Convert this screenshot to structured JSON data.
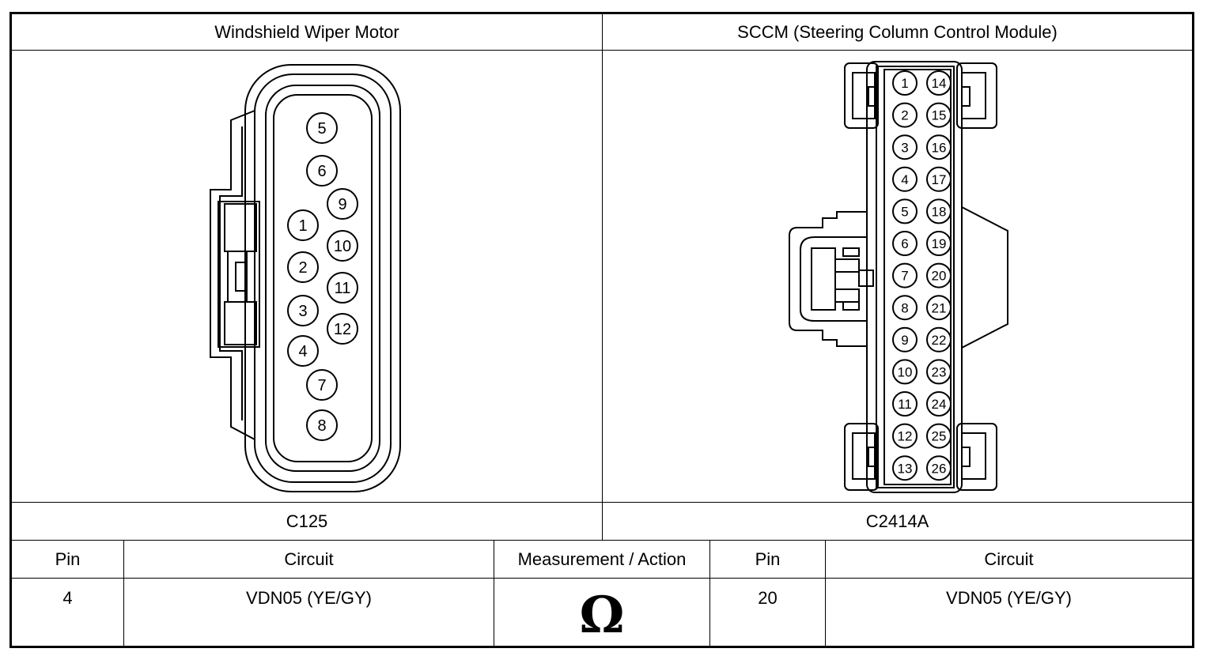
{
  "connectors": [
    {
      "title": "Windshield Wiper Motor",
      "id": "C125",
      "pins": [
        "1",
        "2",
        "3",
        "4",
        "5",
        "6",
        "7",
        "8",
        "9",
        "10",
        "11",
        "12"
      ]
    },
    {
      "title": "SCCM (Steering Column Control Module)",
      "id": "C2414A",
      "pins": [
        "1",
        "2",
        "3",
        "4",
        "5",
        "6",
        "7",
        "8",
        "9",
        "10",
        "11",
        "12",
        "13",
        "14",
        "15",
        "16",
        "17",
        "18",
        "19",
        "20",
        "21",
        "22",
        "23",
        "24",
        "25",
        "26"
      ]
    }
  ],
  "table": {
    "headers": [
      "Pin",
      "Circuit",
      "Measurement / Action",
      "Pin",
      "Circuit"
    ],
    "row": {
      "pin_a": "4",
      "circuit_a": "VDN05 (YE/GY)",
      "measurement_symbol": "Ω",
      "pin_b": "20",
      "circuit_b": "VDN05 (YE/GY)"
    }
  }
}
